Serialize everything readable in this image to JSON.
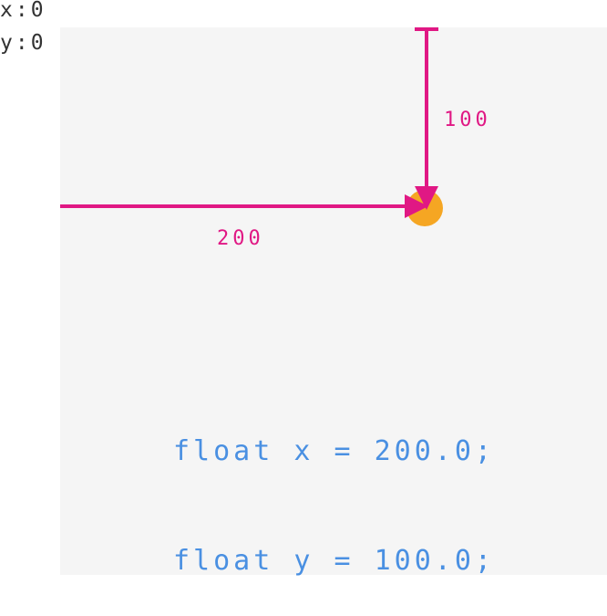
{
  "origin": {
    "x_label": "x:0",
    "y_label": "y:0"
  },
  "diagram": {
    "x_value": 200,
    "y_value": 100,
    "x_measure_label": "200",
    "y_measure_label": "100",
    "colors": {
      "arrow": "#e01884",
      "point": "#f5a623",
      "code": "#4a90e2",
      "canvas": "#f5f5f5"
    }
  },
  "code": {
    "line1": "float x = 200.0;",
    "line2": "float y = 100.0;"
  }
}
